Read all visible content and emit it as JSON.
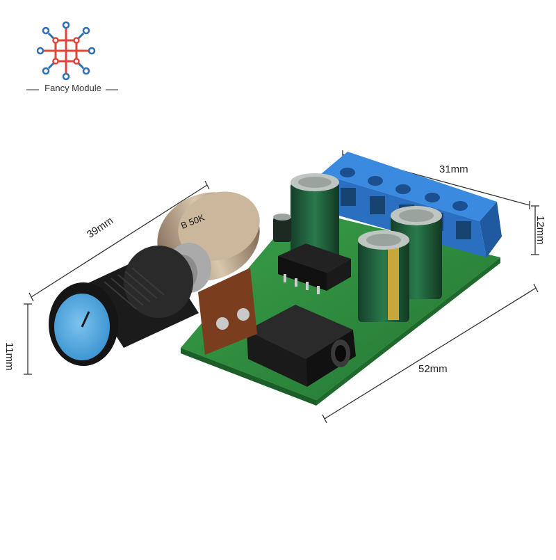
{
  "brand": {
    "name": "Fancy Module"
  },
  "dimensions": {
    "length": "52mm",
    "width": "31mm",
    "diagonal": "39mm",
    "height_left": "11mm",
    "height_right": "12mm"
  },
  "components": {
    "potentiometer_label": "B 50K"
  },
  "colors": {
    "pcb_green": "#2e8b3e",
    "terminal_blue": "#2f7fd0",
    "knob_blue": "#4aa3df",
    "capacitor_green": "#1f5a3a",
    "logo_red": "#e0453a",
    "logo_blue": "#2a6fb5"
  }
}
